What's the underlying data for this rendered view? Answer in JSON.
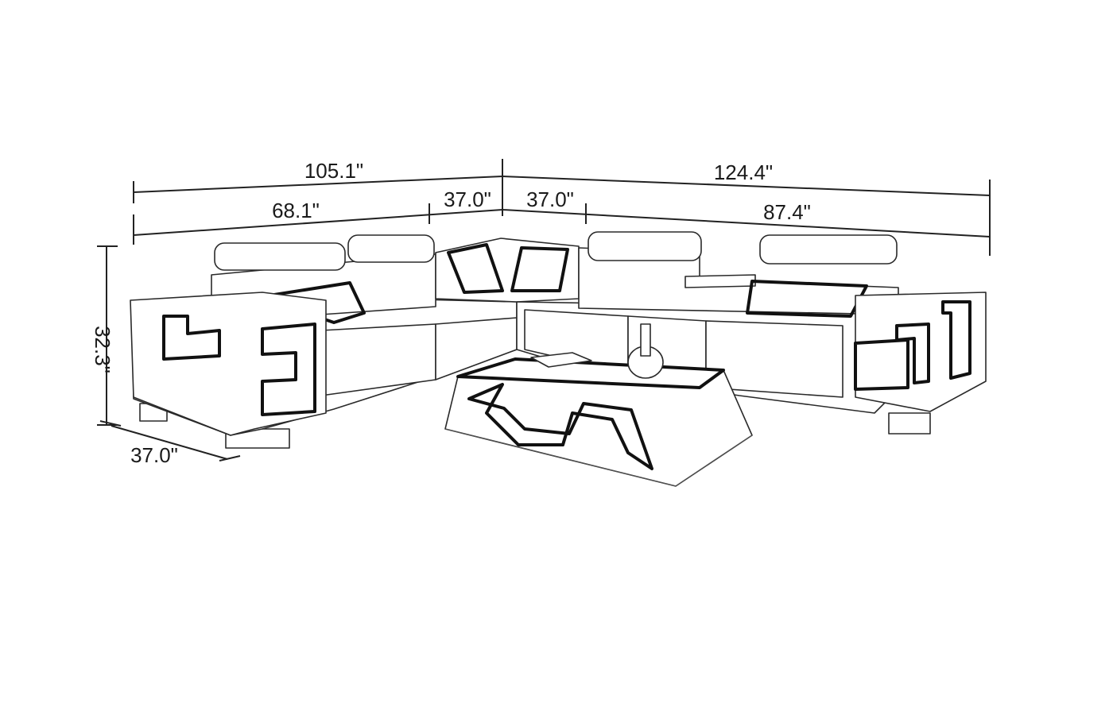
{
  "dimensions": {
    "total_left": "105.1\"",
    "total_right": "124.4\"",
    "left_section": "68.1\"",
    "corner_left": "37.0\"",
    "corner_right": "37.0\"",
    "right_section": "87.4\"",
    "height": "32.3\"",
    "depth": "37.0\""
  },
  "colors": {
    "line": "#222222",
    "background": "#ffffff"
  }
}
